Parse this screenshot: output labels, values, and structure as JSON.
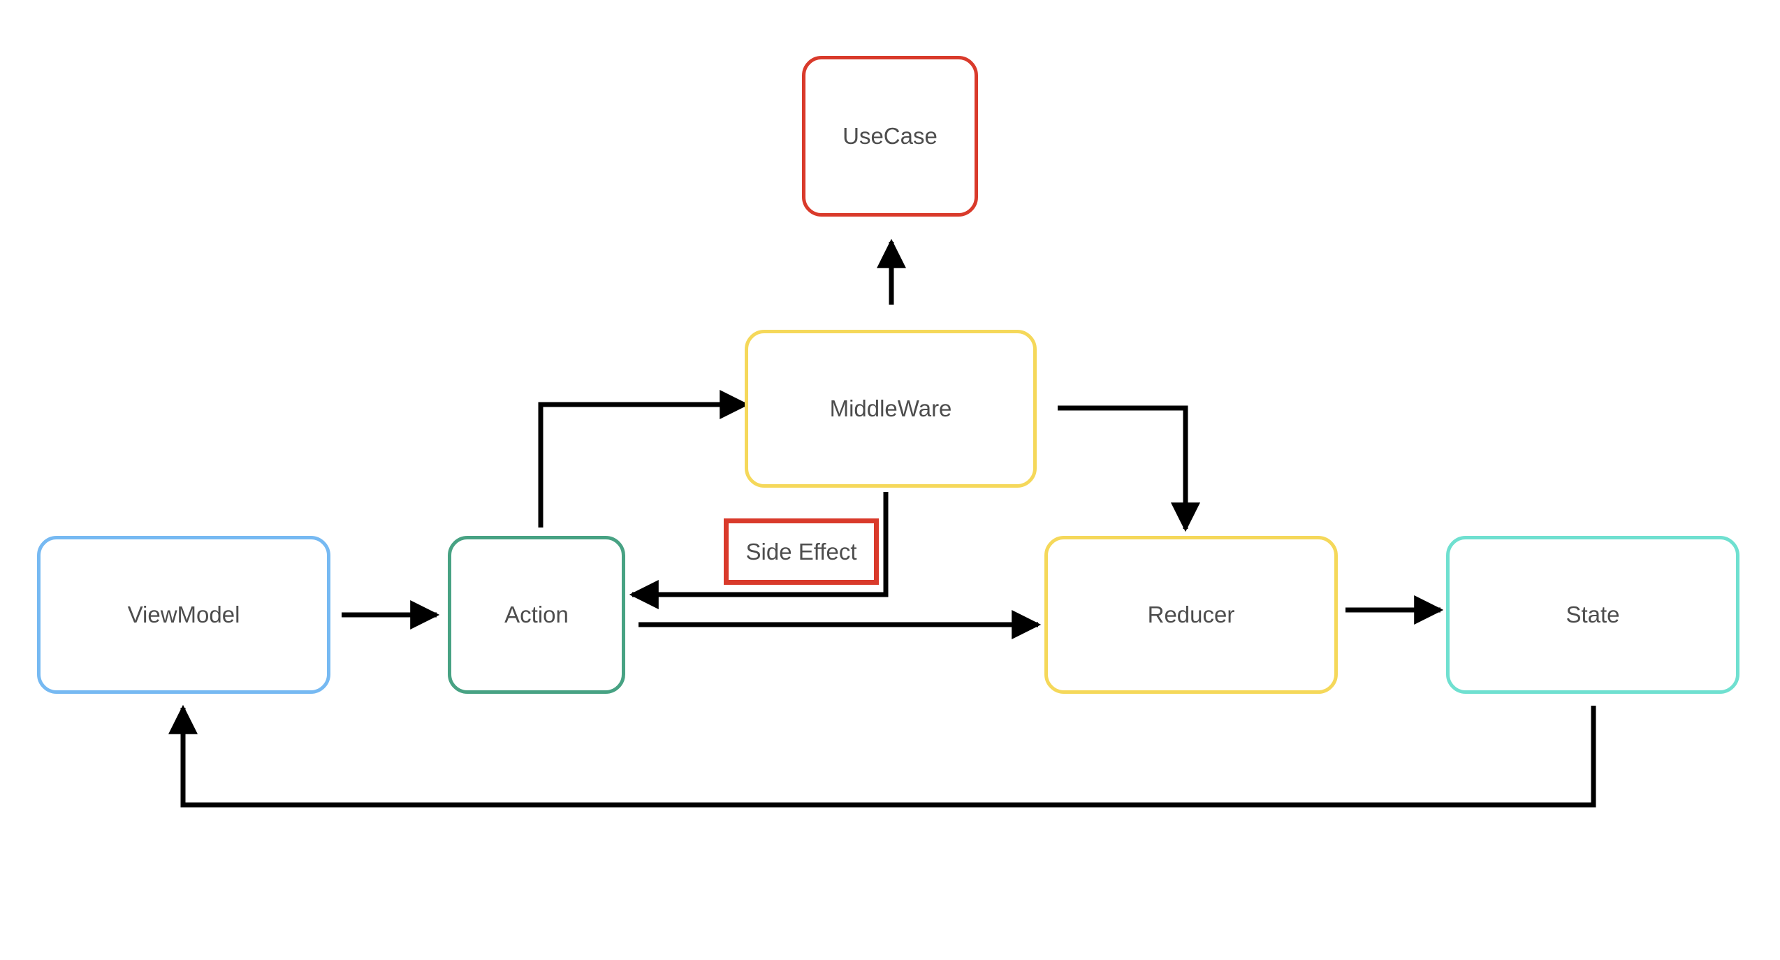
{
  "nodes": {
    "usecase": {
      "label": "UseCase",
      "color": "#d93a2b"
    },
    "middleware": {
      "label": "MiddleWare",
      "color": "#f5d85a"
    },
    "viewmodel": {
      "label": "ViewModel",
      "color": "#76b9f2"
    },
    "action": {
      "label": "Action",
      "color": "#47a283"
    },
    "reducer": {
      "label": "Reducer",
      "color": "#f5d85a"
    },
    "state": {
      "label": "State",
      "color": "#6fe0d0"
    }
  },
  "side_effect": {
    "label": "Side Effect",
    "color": "#d93a2b"
  },
  "edge_color": "#000000",
  "edges": [
    {
      "from": "viewmodel",
      "to": "action"
    },
    {
      "from": "action",
      "to": "middleware"
    },
    {
      "from": "middleware",
      "to": "usecase"
    },
    {
      "from": "middleware",
      "to": "action",
      "label": "Side Effect"
    },
    {
      "from": "middleware",
      "to": "reducer"
    },
    {
      "from": "action",
      "to": "reducer"
    },
    {
      "from": "reducer",
      "to": "state"
    },
    {
      "from": "state",
      "to": "viewmodel"
    }
  ]
}
